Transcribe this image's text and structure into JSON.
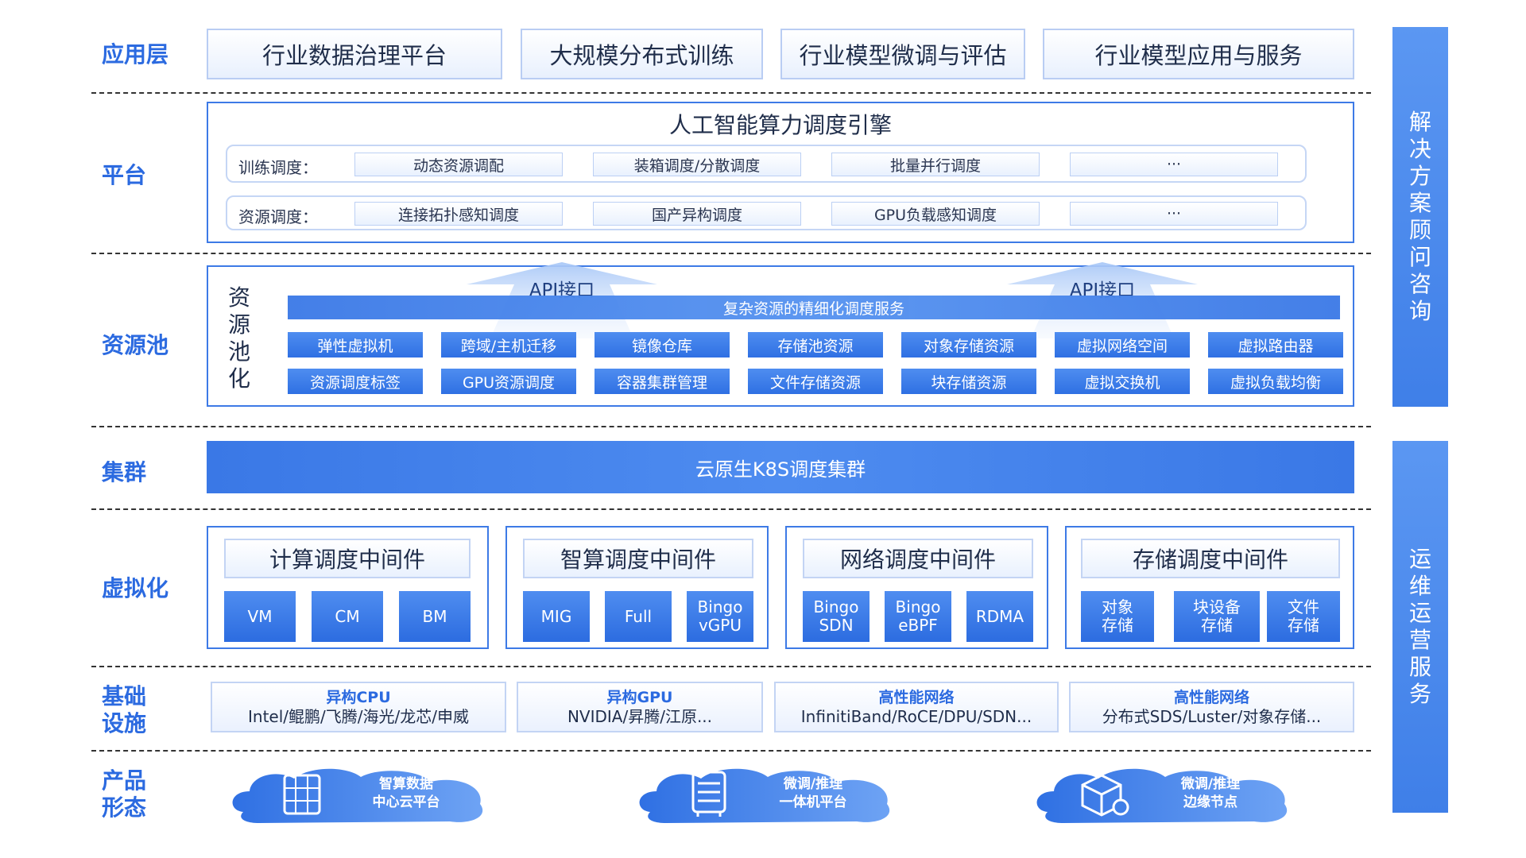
{
  "layers": {
    "application": "应用层",
    "platform": "平台",
    "resource_pool": "资源池",
    "cluster": "集群",
    "virtualization": "虚拟化",
    "infrastructure": [
      "基础",
      "设施"
    ],
    "product": [
      "产品",
      "形态"
    ]
  },
  "application_layer": [
    "行业数据治理平台",
    "大规模分布式训练",
    "行业模型微调与评估",
    "行业模型应用与服务"
  ],
  "platform_layer": {
    "title": "人工智能算力调度引擎",
    "rows": [
      {
        "label": "训练调度：",
        "items": [
          "动态资源调配",
          "装箱调度/分散调度",
          "批量并行调度",
          "···"
        ]
      },
      {
        "label": "资源调度：",
        "items": [
          "连接拓扑感知调度",
          "国产异构调度",
          "GPU负载感知调度",
          "···"
        ]
      }
    ]
  },
  "resource_pool": {
    "side_chars": [
      "资",
      "源",
      "池",
      "化"
    ],
    "api_labels": [
      "API接口",
      "API接口"
    ],
    "banner": "复杂资源的精细化调度服务",
    "row1": [
      "弹性虚拟机",
      "跨域/主机迁移",
      "镜像仓库",
      "存储池资源",
      "对象存储资源",
      "虚拟网络空间",
      "虚拟路由器"
    ],
    "row2": [
      "资源调度标签",
      "GPU资源调度",
      "容器集群管理",
      "文件存储资源",
      "块存储资源",
      "虚拟交换机",
      "虚拟负载均衡"
    ]
  },
  "cluster": {
    "banner": "云原生K8S调度集群"
  },
  "virtualization": [
    {
      "title": "计算调度中间件",
      "cells": [
        [
          "VM"
        ],
        [
          "CM"
        ],
        [
          "BM"
        ]
      ]
    },
    {
      "title": "智算调度中间件",
      "cells": [
        [
          "MIG"
        ],
        [
          "Full"
        ],
        [
          "Bingo",
          "vGPU"
        ]
      ]
    },
    {
      "title": "网络调度中间件",
      "cells": [
        [
          "Bingo",
          "SDN"
        ],
        [
          "Bingo",
          "eBPF"
        ],
        [
          "RDMA"
        ]
      ]
    },
    {
      "title": "存储调度中间件",
      "cells": [
        [
          "对象",
          "存储"
        ],
        [
          "块设备",
          "存储"
        ],
        [
          "文件",
          "存储"
        ]
      ]
    }
  ],
  "infrastructure": [
    {
      "title": "异构CPU",
      "sub": "Intel/鲲鹏/飞腾/海光/龙芯/申威"
    },
    {
      "title": "异构GPU",
      "sub": "NVIDIA/昇腾/江原..."
    },
    {
      "title": "高性能网络",
      "sub": "InfinitiBand/RoCE/DPU/SDN..."
    },
    {
      "title": "高性能网络",
      "sub": "分布式SDS/Luster/对象存储..."
    }
  ],
  "products": [
    {
      "icon": "server-rack-icon",
      "lines": [
        "智算数据",
        "中心云平台"
      ]
    },
    {
      "icon": "server-box-icon",
      "lines": [
        "微调/推理",
        "一体机平台"
      ]
    },
    {
      "icon": "edge-cube-icon",
      "lines": [
        "微调/推理",
        "边缘节点"
      ]
    }
  ],
  "side_bars": {
    "top": [
      "解",
      "决",
      "方",
      "案",
      "顾",
      "问",
      "咨",
      "询"
    ],
    "bottom": [
      "运",
      "维",
      "运",
      "营",
      "服",
      "务"
    ]
  },
  "colors": {
    "primary": "#2f70e3",
    "label": "#2b6ae0",
    "light_border": "#c3d4f4"
  }
}
